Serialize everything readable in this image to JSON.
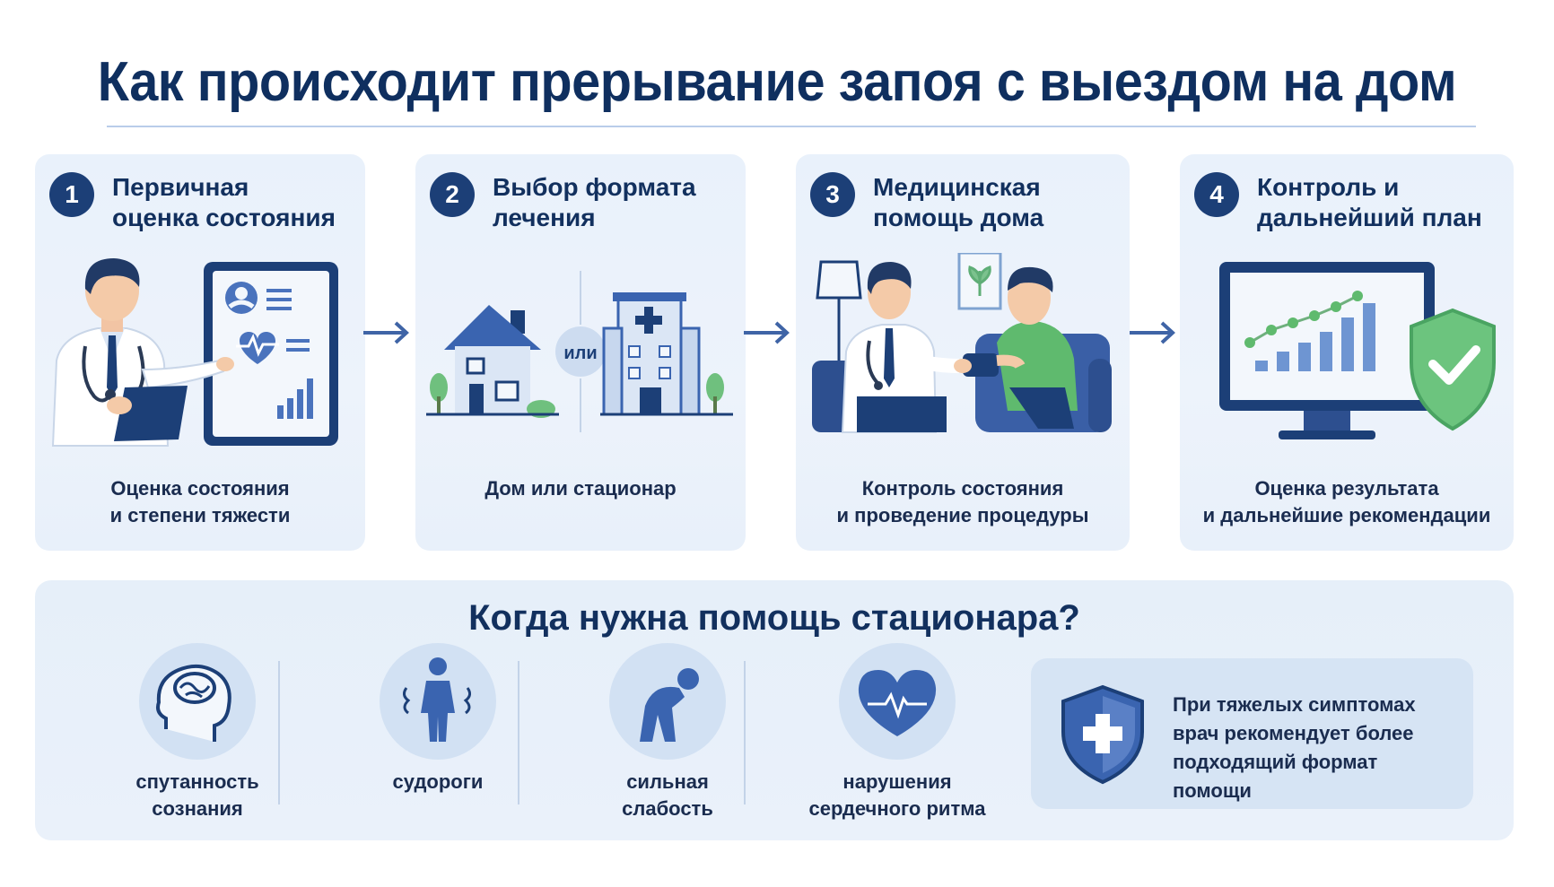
{
  "title": "Как происходит прерывание запоя с выездом на дом",
  "steps": [
    {
      "number": "1",
      "title": "Первичная\nоценка состояния",
      "caption": "Оценка состояния\nи степени тяжести"
    },
    {
      "number": "2",
      "title": "Выбор формата\nлечения",
      "caption": "Дом или стационар",
      "or_label": "или"
    },
    {
      "number": "3",
      "title": "Медицинская\nпомощь дома",
      "caption": "Контроль состояния\nи проведение процедуры"
    },
    {
      "number": "4",
      "title": "Контроль и\nдальнейший план",
      "caption": "Оценка результата\nи дальнейшие рекомендации"
    }
  ],
  "hospital_section": {
    "title": "Когда нужна помощь стационара?",
    "symptoms": [
      {
        "label": "спутанность\nсознания",
        "icon": "brain-icon"
      },
      {
        "label": "судороги",
        "icon": "seizure-icon"
      },
      {
        "label": "сильная\nслабость",
        "icon": "weakness-icon"
      },
      {
        "label": "нарушения\nсердечного ритма",
        "icon": "heart-rhythm-icon"
      }
    ],
    "note": "При тяжелых симптомах\nврач рекомендует более\nподходящий формат помощи"
  },
  "colors": {
    "navy": "#1c3f77",
    "blue": "#3a64b0",
    "light_blue": "#d2e1f3",
    "green": "#5fbf78"
  }
}
